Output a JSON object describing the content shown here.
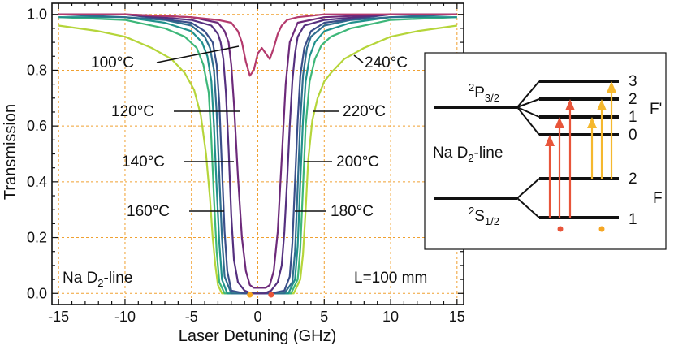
{
  "chart_data": {
    "type": "line",
    "title": "",
    "xlabel": "Laser Detuning (GHz)",
    "ylabel": "Transmission",
    "xlim": [
      -15.5,
      15.5
    ],
    "ylim": [
      -0.04,
      1.04
    ],
    "xticks": [
      -15,
      -10,
      -5,
      0,
      5,
      10,
      15
    ],
    "xtick_labels": [
      "-15",
      "-10",
      "-5",
      "0",
      "5",
      "10",
      "15"
    ],
    "yticks": [
      0.0,
      0.2,
      0.4,
      0.6,
      0.8,
      1.0
    ],
    "ytick_labels": [
      "0.0",
      "0.2",
      "0.4",
      "0.6",
      "0.8",
      "1.0"
    ],
    "grid": true,
    "annotations": {
      "species": "Na D",
      "species_sub": "2",
      "species_suffix": "-line",
      "cell_length": "L=100 mm"
    },
    "series": [
      {
        "name": "100°C",
        "color": "#b43a6d",
        "x": [
          -15,
          -10,
          -5,
          -3,
          -2,
          -1.5,
          -1.2,
          -0.9,
          -0.6,
          -0.3,
          0,
          0.3,
          0.6,
          0.9,
          1.2,
          1.5,
          1.8,
          2.2,
          3,
          5,
          10,
          15
        ],
        "y": [
          1.0,
          1.0,
          0.99,
          0.98,
          0.97,
          0.94,
          0.9,
          0.83,
          0.78,
          0.8,
          0.86,
          0.88,
          0.86,
          0.84,
          0.88,
          0.93,
          0.96,
          0.98,
          0.99,
          1.0,
          1.0,
          1.0
        ]
      },
      {
        "name": "120°C",
        "color": "#6d2a7a",
        "x": [
          -15,
          -10,
          -5,
          -3,
          -2.5,
          -2.2,
          -2,
          -1.8,
          -1.5,
          -1.2,
          -0.9,
          -0.6,
          -0.3,
          0,
          0.3,
          0.6,
          0.9,
          1.2,
          1.5,
          1.8,
          2.1,
          2.4,
          3,
          5,
          10,
          15
        ],
        "y": [
          1.0,
          1.0,
          0.99,
          0.97,
          0.94,
          0.9,
          0.82,
          0.68,
          0.42,
          0.2,
          0.08,
          0.03,
          0.02,
          0.02,
          0.02,
          0.02,
          0.03,
          0.08,
          0.22,
          0.48,
          0.75,
          0.9,
          0.97,
          0.99,
          1.0,
          1.0
        ]
      },
      {
        "name": "140°C",
        "color": "#55307f",
        "x": [
          -15,
          -10,
          -5,
          -3.5,
          -3,
          -2.8,
          -2.6,
          -2.4,
          -2.2,
          -2,
          -1.8,
          -1.5,
          -1,
          -0.5,
          0,
          0.5,
          1,
          1.5,
          1.8,
          2,
          2.2,
          2.4,
          2.6,
          2.8,
          3,
          3.5,
          5,
          10,
          15
        ],
        "y": [
          1.0,
          1.0,
          0.98,
          0.96,
          0.93,
          0.9,
          0.84,
          0.72,
          0.52,
          0.28,
          0.12,
          0.04,
          0.01,
          0.0,
          0.0,
          0.0,
          0.01,
          0.04,
          0.1,
          0.22,
          0.4,
          0.6,
          0.76,
          0.86,
          0.92,
          0.96,
          0.98,
          1.0,
          1.0
        ]
      },
      {
        "name": "160°C",
        "color": "#3a4f8a",
        "x": [
          -15,
          -10,
          -5,
          -4,
          -3.4,
          -3.1,
          -2.9,
          -2.7,
          -2.5,
          -2.3,
          -2,
          -1,
          0,
          1,
          2,
          2.4,
          2.6,
          2.8,
          3.0,
          3.2,
          3.5,
          4,
          5,
          10,
          15
        ],
        "y": [
          1.0,
          1.0,
          0.97,
          0.94,
          0.9,
          0.82,
          0.68,
          0.45,
          0.22,
          0.08,
          0.01,
          0.0,
          0.0,
          0.0,
          0.01,
          0.06,
          0.18,
          0.4,
          0.62,
          0.78,
          0.88,
          0.94,
          0.97,
          1.0,
          1.0
        ]
      },
      {
        "name": "180°C",
        "color": "#2f6e8e",
        "x": [
          -15,
          -10,
          -7,
          -5,
          -4,
          -3.6,
          -3.3,
          -3.1,
          -2.9,
          -2.7,
          -2.5,
          -2,
          0,
          2,
          2.6,
          2.8,
          3.0,
          3.2,
          3.4,
          3.7,
          4,
          5,
          7,
          10,
          15
        ],
        "y": [
          1.0,
          0.99,
          0.98,
          0.96,
          0.92,
          0.88,
          0.8,
          0.65,
          0.42,
          0.2,
          0.06,
          0.0,
          0.0,
          0.0,
          0.04,
          0.15,
          0.38,
          0.62,
          0.78,
          0.88,
          0.92,
          0.96,
          0.98,
          0.99,
          1.0
        ]
      },
      {
        "name": "200°C",
        "color": "#21918c",
        "x": [
          -15,
          -10,
          -7,
          -5,
          -4.2,
          -3.8,
          -3.5,
          -3.3,
          -3.1,
          -2.9,
          -2.7,
          -2.3,
          0,
          2.3,
          2.8,
          3.0,
          3.2,
          3.4,
          3.6,
          3.9,
          4.3,
          5,
          7,
          10,
          15
        ],
        "y": [
          0.99,
          0.99,
          0.97,
          0.94,
          0.9,
          0.85,
          0.76,
          0.6,
          0.38,
          0.18,
          0.05,
          0.0,
          0.0,
          0.0,
          0.05,
          0.17,
          0.4,
          0.62,
          0.76,
          0.85,
          0.9,
          0.94,
          0.97,
          0.99,
          0.99
        ]
      },
      {
        "name": "220°C",
        "color": "#3db779",
        "x": [
          -15,
          -10,
          -7,
          -5.5,
          -4.6,
          -4.1,
          -3.7,
          -3.5,
          -3.3,
          -3.1,
          -2.9,
          -2.5,
          0,
          2.5,
          3.0,
          3.2,
          3.4,
          3.6,
          3.9,
          4.3,
          4.8,
          5.5,
          7,
          10,
          15
        ],
        "y": [
          0.99,
          0.98,
          0.95,
          0.92,
          0.88,
          0.82,
          0.72,
          0.55,
          0.34,
          0.15,
          0.04,
          0.0,
          0.0,
          0.0,
          0.05,
          0.16,
          0.38,
          0.6,
          0.76,
          0.84,
          0.89,
          0.92,
          0.95,
          0.98,
          0.99
        ]
      },
      {
        "name": "240°C",
        "color": "#b5d53a",
        "x": [
          -15,
          -12,
          -10,
          -8,
          -6.5,
          -5.5,
          -4.8,
          -4.3,
          -3.9,
          -3.6,
          -3.4,
          -3.2,
          -3.0,
          -2.7,
          0,
          2.7,
          3.2,
          3.4,
          3.6,
          3.8,
          4.1,
          4.5,
          5.0,
          5.5,
          6.5,
          8,
          10,
          12,
          15
        ],
        "y": [
          0.96,
          0.94,
          0.92,
          0.88,
          0.84,
          0.79,
          0.73,
          0.64,
          0.5,
          0.34,
          0.2,
          0.1,
          0.03,
          0.0,
          0.0,
          0.0,
          0.05,
          0.14,
          0.3,
          0.48,
          0.62,
          0.7,
          0.76,
          0.79,
          0.84,
          0.88,
          0.92,
          0.94,
          0.96
        ]
      }
    ],
    "labels": [
      {
        "text": "100°C",
        "series": "100°C"
      },
      {
        "text": "120°C",
        "series": "120°C"
      },
      {
        "text": "140°C",
        "series": "140°C"
      },
      {
        "text": "160°C",
        "series": "160°C"
      },
      {
        "text": "180°C",
        "series": "180°C"
      },
      {
        "text": "200°C",
        "series": "200°C"
      },
      {
        "text": "220°C",
        "series": "220°C"
      },
      {
        "text": "240°C",
        "series": "240°C"
      }
    ],
    "markers": [
      {
        "x": -0.6,
        "y": -0.005,
        "color": "#f5a623"
      },
      {
        "x": 1.0,
        "y": -0.005,
        "color": "#e8553a"
      }
    ]
  },
  "inset": {
    "title": "Na D",
    "title_sub": "2",
    "title_suffix": "-line",
    "upper_state": "P",
    "upper_state_sup": "2",
    "upper_state_sub": "3/2",
    "lower_state": "S",
    "lower_state_sup": "2",
    "lower_state_sub": "1/2",
    "upper_levels": [
      "3",
      "2",
      "1",
      "0"
    ],
    "upper_label": "F'",
    "lower_levels": [
      "2",
      "1"
    ],
    "lower_label": "F",
    "transition_colors": {
      "red": "#e8553a",
      "yellow": "#f5b82e"
    }
  }
}
